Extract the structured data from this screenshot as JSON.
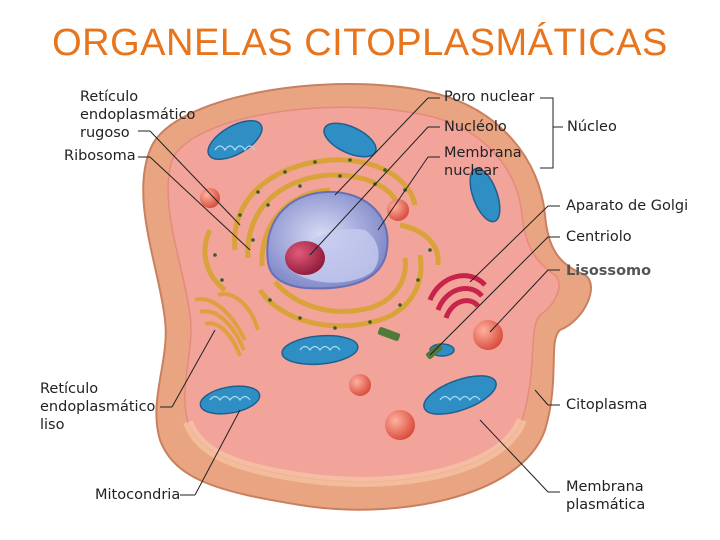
{
  "title": "ORGANELAS CITOPLASMÁTICAS",
  "labels": {
    "rer": "Retículo\nendoplasmático\nrugoso",
    "ribosoma": "Ribosoma",
    "ser": "Retículo\nendoplasmático\nliso",
    "mitocondria": "Mitocondria",
    "poro": "Poro nuclear",
    "nucleolo": "Nucléolo",
    "membrana_nuclear": "Membrana\nnuclear",
    "nucleo": "Núcleo",
    "golgi": "Aparato de Golgi",
    "centriolo": "Centriolo",
    "lisossomo": "Lisossomo",
    "citoplasma": "Citoplasma",
    "membrana_plasmatica": "Membrana\nplasmática"
  },
  "colors": {
    "title": "#e8741c",
    "membrane": "#e9a582",
    "cytoplasm": "#f2a39a",
    "mitochondria": "#2f8fc4",
    "nucleus": "#9aa3d8",
    "nucleolus": "#b3294b",
    "golgi": "#c8234a",
    "er": "#d9a33a"
  }
}
